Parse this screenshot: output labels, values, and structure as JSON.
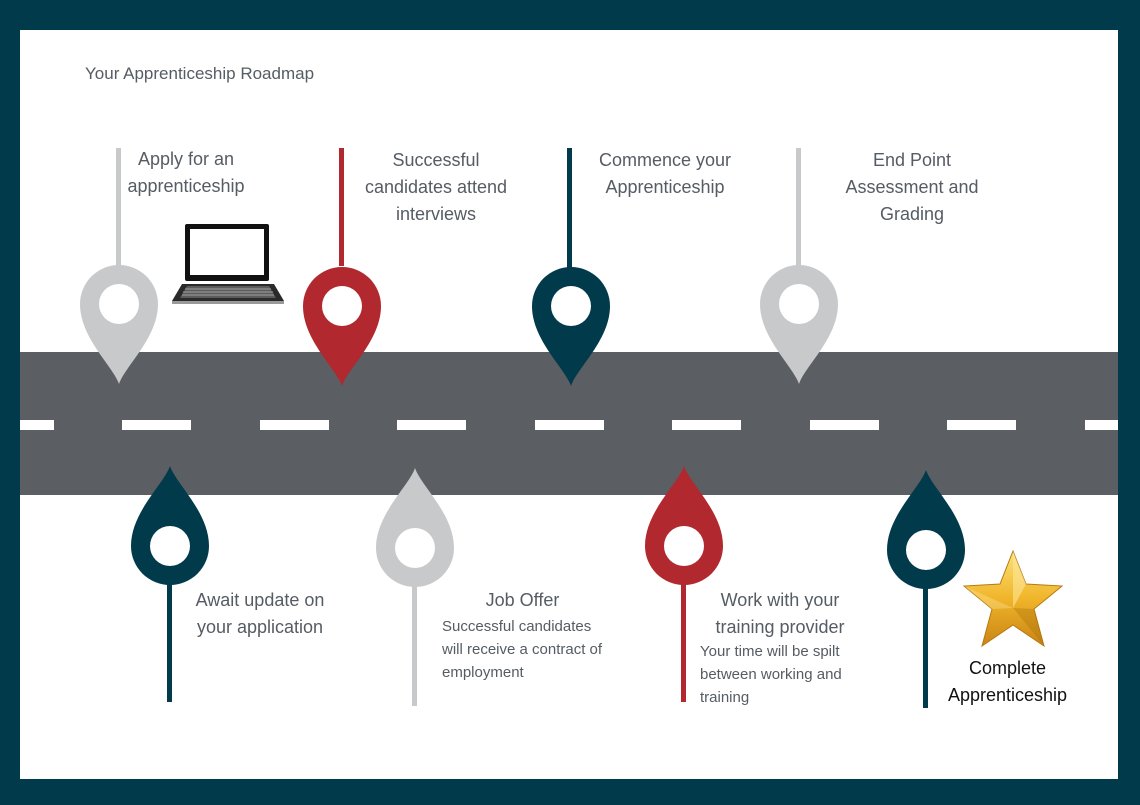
{
  "title": "Your Apprenticeship Roadmap",
  "colors": {
    "frame": "#013a4b",
    "road": "#5b5e63",
    "pin_grey": "#c8c9cb",
    "pin_red": "#b1282e",
    "pin_navy": "#013a4b"
  },
  "steps": [
    {
      "label": "Apply for an apprenticeship",
      "pin_color": "grey",
      "icon": "laptop-icon"
    },
    {
      "label": "Await update on your application",
      "pin_color": "navy"
    },
    {
      "label": "Successful candidates attend interviews",
      "pin_color": "red"
    },
    {
      "label": "Job Offer",
      "detail": "Successful candidates will receive a contract of employment",
      "pin_color": "grey"
    },
    {
      "label": "Commence your Apprenticeship",
      "pin_color": "navy"
    },
    {
      "label": "Work with your training provider",
      "detail": "Your time will be spilt between working and training",
      "pin_color": "red"
    },
    {
      "label": "End Point Assessment and Grading",
      "pin_color": "grey"
    },
    {
      "label": "Complete Apprenticeship",
      "pin_color": "navy",
      "icon": "star-icon"
    }
  ]
}
